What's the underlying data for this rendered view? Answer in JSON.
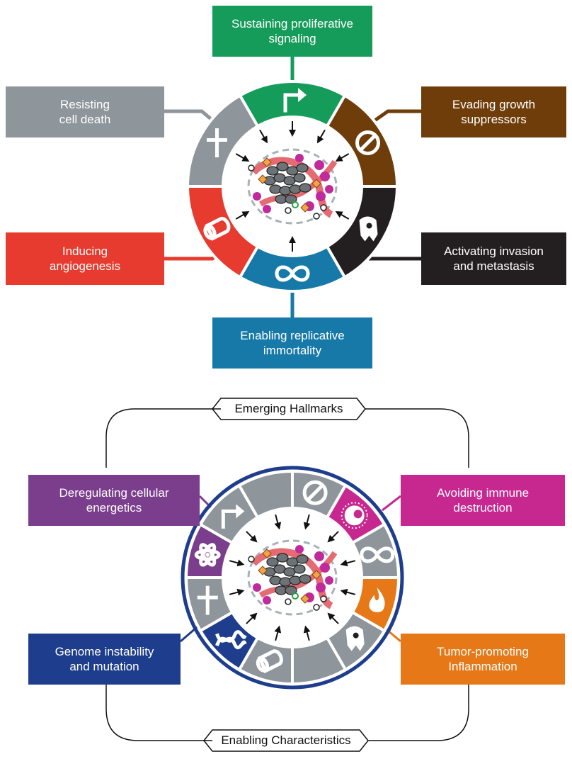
{
  "colors": {
    "green": "#169c5a",
    "brown": "#6e3d0a",
    "black": "#231f20",
    "blue": "#1779a8",
    "red": "#e63b2e",
    "gray": "#8e959b",
    "purple": "#7a3e8c",
    "magenta": "#c7288f",
    "orange": "#e67817",
    "navy": "#1e3d8c"
  },
  "top_diagram": {
    "hallmarks": [
      {
        "label": "Sustaining proliferative\nsignaling",
        "icon": "arrow-icon",
        "color": "#169c5a"
      },
      {
        "label": "Evading growth\nsuppressors",
        "icon": "no-entry-icon",
        "color": "#6e3d0a"
      },
      {
        "label": "Activating invasion\nand metastasis",
        "icon": "invasive-cell-icon",
        "color": "#231f20"
      },
      {
        "label": "Enabling replicative\nimmortality",
        "icon": "infinity-icon",
        "color": "#1779a8"
      },
      {
        "label": "Inducing\nangiogenesis",
        "icon": "vessel-icon",
        "color": "#e63b2e"
      },
      {
        "label": "Resisting\ncell death",
        "icon": "cross-icon",
        "color": "#8e959b"
      }
    ]
  },
  "bottom_diagram": {
    "emerging_label": "Emerging Hallmarks",
    "enabling_label": "Enabling Characteristics",
    "emerging": [
      {
        "label": "Deregulating cellular\nenergetics",
        "icon": "atom-icon",
        "color": "#7a3e8c"
      },
      {
        "label": "Avoiding immune\ndestruction",
        "icon": "immune-cell-icon",
        "color": "#c7288f"
      }
    ],
    "enabling": [
      {
        "label": "Genome instability\nand mutation",
        "icon": "dna-icon",
        "color": "#1e3d8c"
      },
      {
        "label": "Tumor-promoting\nInflammation",
        "icon": "flame-icon",
        "color": "#e67817"
      }
    ]
  }
}
